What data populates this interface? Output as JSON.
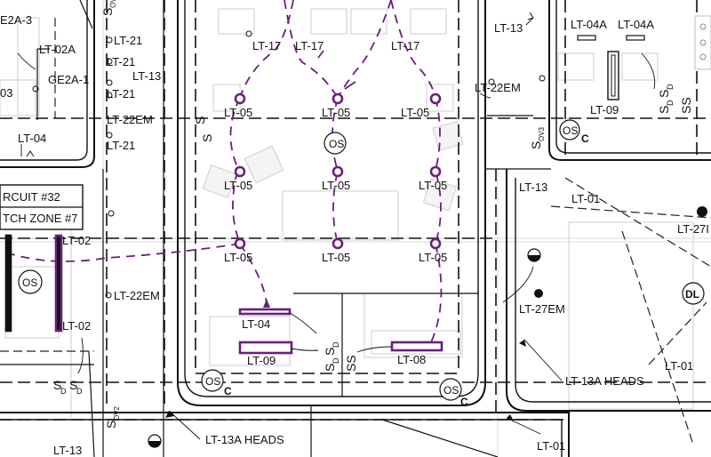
{
  "colors": {
    "circuit": "#6a1f7a",
    "walls": "#111111",
    "furniture": "#c9c9c9",
    "background": "#ffffff"
  },
  "labels": {
    "lt_17": "LT-17",
    "lt_05": "LT-05",
    "lt_13": "LT-13",
    "lt_21": "LT-21",
    "lt_22em": "LT-22EM",
    "lt_04": "LT-04",
    "lt_04a": "LT-04A",
    "lt_09": "LT-09",
    "lt_08": "LT-08",
    "lt_02": "LT-02",
    "lt_02a": "LT-02A",
    "lt_01": "LT-01",
    "lt_27em": "LT-27EM",
    "lt_27": "LT-27I",
    "lt_13a_heads": "LT-13A HEADS",
    "ge2a_1": "GE2A-1",
    "e2a_3": "E2A-3",
    "num_03": "03"
  },
  "symbols": {
    "os": "OS",
    "dl": "DL",
    "c": "C",
    "s": "S",
    "sd": "SD",
    "sd_sub": "D",
    "ss": "SS",
    "sov2": "S",
    "sov2_sub": "OV2",
    "sov3_sub": "OV3"
  },
  "callout": {
    "circuit": "RCUIT #32",
    "zone": "TCH  ZONE #7"
  },
  "icons": [
    "occupancy-sensor-icon",
    "daylight-sensor-icon",
    "emergency-light-icon",
    "light-fixture-icon",
    "switch-icon",
    "north-arrow-icon"
  ]
}
